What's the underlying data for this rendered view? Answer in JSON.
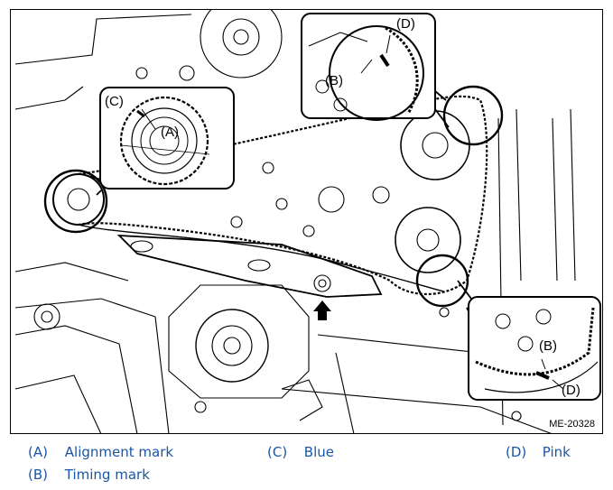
{
  "figure": {
    "id": "ME-20328",
    "callouts": {
      "A": "(A)",
      "B": "(B)",
      "C": "(C)",
      "D": "(D)"
    },
    "arrow_icon": "up-arrow-icon"
  },
  "legend": [
    {
      "key": "(A)",
      "text": "Alignment mark"
    },
    {
      "key": "(B)",
      "text": "Timing mark"
    },
    {
      "key": "(C)",
      "text": "Blue"
    },
    {
      "key": "(D)",
      "text": "Pink"
    }
  ],
  "colors": {
    "legend_text": "#1a56a6",
    "line": "#000000"
  }
}
